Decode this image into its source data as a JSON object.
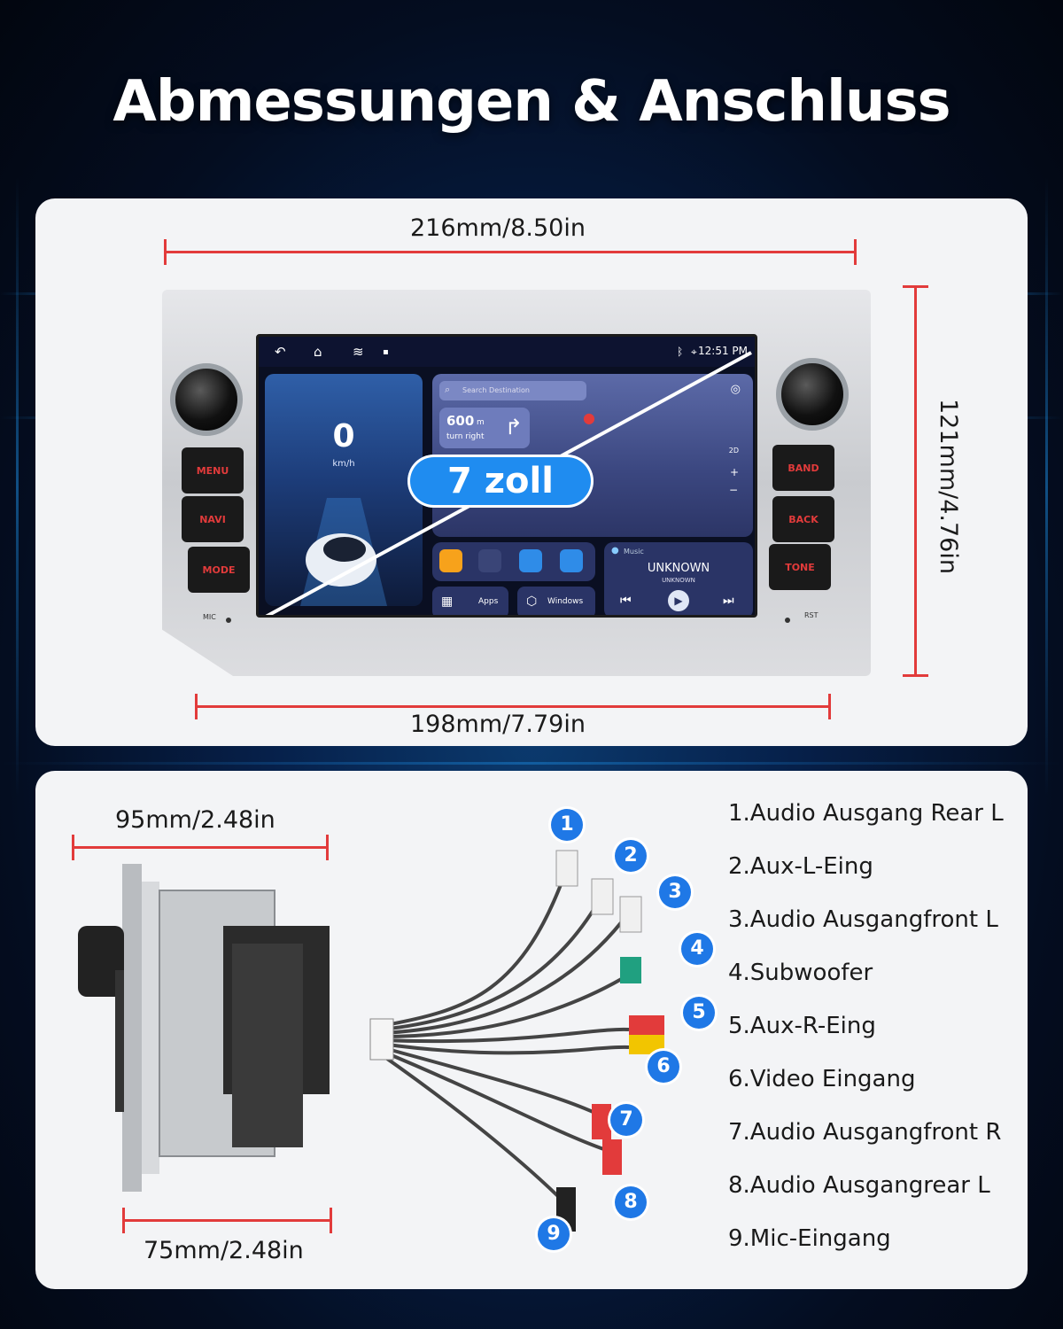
{
  "title": "Abmessungen & Anschluss",
  "dimensions": {
    "front_width": "216mm/8.50in",
    "front_height": "121mm/4.76in",
    "frame_width": "198mm/7.79in",
    "depth": "95mm/2.48in",
    "chassis_depth": "75mm/2.48in"
  },
  "screen_badge": "7 zoll",
  "head_unit": {
    "left_buttons": [
      "MENU",
      "NAVI",
      "MODE"
    ],
    "right_buttons": [
      "BAND",
      "BACK",
      "TONE"
    ],
    "mic_label": "MIC",
    "rst_label": "RST",
    "screen": {
      "clock": "12:51 PM",
      "speed": "0",
      "speed_unit": "km/h",
      "search_placeholder": "Search Destination",
      "turn_distance": "600",
      "turn_distance_unit": "m",
      "turn_text": "turn right",
      "apps_label": "Apps",
      "windows_label": "Windows",
      "music_label": "Music",
      "track_title": "UNKNOWN",
      "track_artist": "UNKNOWN",
      "map_2d": "2D"
    }
  },
  "connectors": [
    {
      "number": "1",
      "label": "1.Audio Ausgang Rear L"
    },
    {
      "number": "2",
      "label": "2.Aux-L-Eing"
    },
    {
      "number": "3",
      "label": "3.Audio Ausgangfront L"
    },
    {
      "number": "4",
      "label": "4.Subwoofer"
    },
    {
      "number": "5",
      "label": "5.Aux-R-Eing"
    },
    {
      "number": "6",
      "label": "6.Video Eingang"
    },
    {
      "number": "7",
      "label": "7.Audio Ausgangfront R"
    },
    {
      "number": "8",
      "label": "8.Audio Ausgangrear L"
    },
    {
      "number": "9",
      "label": "9.Mic-Eingang"
    }
  ],
  "colors": {
    "accent_blue": "#1f78e6",
    "dimension_red": "#e23b3b",
    "panel": "#f3f4f6",
    "button_text_red": "#e23b3b"
  }
}
